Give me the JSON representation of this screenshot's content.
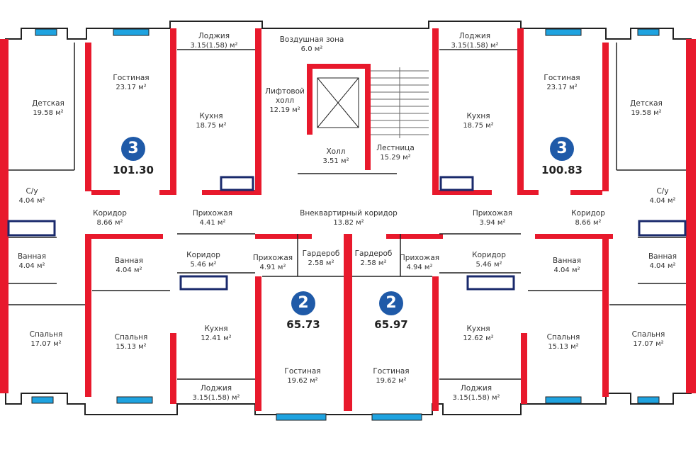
{
  "rooms": [
    {
      "name": "Лоджия",
      "area": "3.15(1.58) м²"
    },
    {
      "name": "Воздушная зона",
      "area": "6.0 м²"
    },
    {
      "name": "Лоджия",
      "area": "3.15(1.58) м²"
    },
    {
      "name": "Гостиная",
      "area": "23.17 м²"
    },
    {
      "name": "Детская",
      "area": "19.58 м²"
    },
    {
      "name": "Кухня",
      "area": "18.75 м²"
    },
    {
      "name": "Лифтовой холл",
      "area": "12.19 м²"
    },
    {
      "name": "Кухня",
      "area": "18.75 м²"
    },
    {
      "name": "Гостиная",
      "area": "23.17 м²"
    },
    {
      "name": "Детская",
      "area": "19.58 м²"
    },
    {
      "name": "Холл",
      "area": "3.51 м²"
    },
    {
      "name": "Лестница",
      "area": "15.29 м²"
    },
    {
      "name": "С/у",
      "area": "4.04 м²"
    },
    {
      "name": "С/у",
      "area": "4.04 м²"
    },
    {
      "name": "Коридор",
      "area": "8.66 м²"
    },
    {
      "name": "Прихожая",
      "area": "4.41 м²"
    },
    {
      "name": "Внеквартирный коридор",
      "area": "13.82 м²"
    },
    {
      "name": "Прихожая",
      "area": "3.94 м²"
    },
    {
      "name": "Коридор",
      "area": "8.66 м²"
    },
    {
      "name": "Ванная",
      "area": "4.04 м²"
    },
    {
      "name": "Ванная",
      "area": "4.04 м²"
    },
    {
      "name": "Коридор",
      "area": "5.46 м²"
    },
    {
      "name": "Прихожая",
      "area": "4.91 м²"
    },
    {
      "name": "Гардероб",
      "area": "2.58 м²"
    },
    {
      "name": "Гардероб",
      "area": "2.58 м²"
    },
    {
      "name": "Прихожая",
      "area": "4.94 м²"
    },
    {
      "name": "Коридор",
      "area": "5.46 м²"
    },
    {
      "name": "Ванная",
      "area": "4.04 м²"
    },
    {
      "name": "Ванная",
      "area": "4.04 м²"
    },
    {
      "name": "Спальня",
      "area": "17.07 м²"
    },
    {
      "name": "Спальня",
      "area": "15.13 м²"
    },
    {
      "name": "Кухня",
      "area": "12.41 м²"
    },
    {
      "name": "Кухня",
      "area": "12.62 м²"
    },
    {
      "name": "Спальня",
      "area": "15.13 м²"
    },
    {
      "name": "Спальня",
      "area": "17.07 м²"
    },
    {
      "name": "Гостиная",
      "area": "19.62 м²"
    },
    {
      "name": "Гостиная",
      "area": "19.62 м²"
    },
    {
      "name": "Лоджия",
      "area": "3.15(1.58) м²"
    },
    {
      "name": "Лоджия",
      "area": "3.15(1.58) м²"
    }
  ],
  "apartments": [
    {
      "rooms": "3",
      "total": "101.30"
    },
    {
      "rooms": "3",
      "total": "100.83"
    },
    {
      "rooms": "2",
      "total": "65.73"
    },
    {
      "rooms": "2",
      "total": "65.97"
    }
  ],
  "colors": {
    "wall": "#e8192c",
    "outline": "#222222",
    "thin": "#555555",
    "window": "#1fa3e0",
    "badge": "#1f5aa8",
    "navy": "#1a2a6c"
  }
}
